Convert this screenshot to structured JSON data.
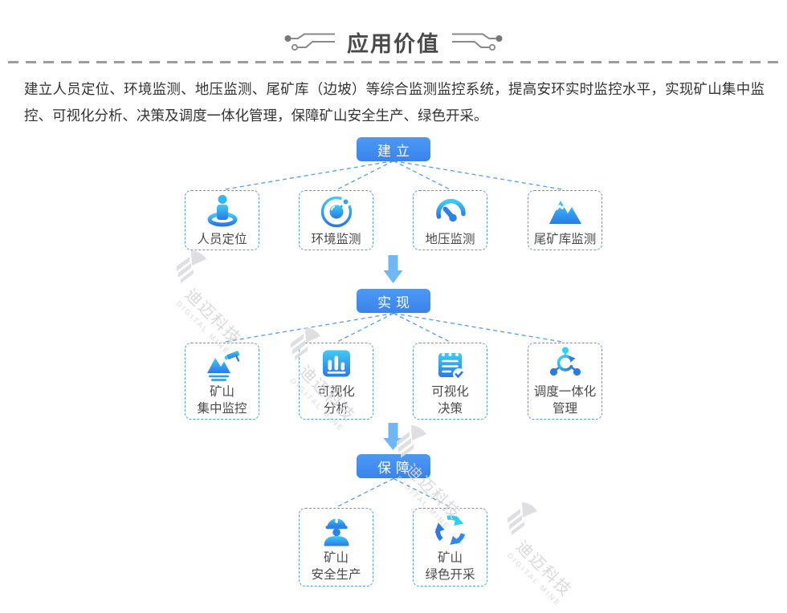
{
  "header": {
    "title": "应用价值"
  },
  "intro": {
    "text": "建立人员定位、环境监测、地压监测、尾矿库（边坡）等综合监测监控系统，提高安环实时监控水平，实现矿山集中监控、可视化分析、决策及调度一体化管理，保障矿山安全生产、绿色开采。"
  },
  "flow": {
    "stages": [
      {
        "label": "建立"
      },
      {
        "label": "实现"
      },
      {
        "label": "保障"
      }
    ],
    "row1": [
      {
        "label": "人员定位",
        "icon": "person-location-icon"
      },
      {
        "label": "环境监测",
        "icon": "environment-monitoring-icon"
      },
      {
        "label": "地压监测",
        "icon": "ground-pressure-icon"
      },
      {
        "label": "尾矿库监测",
        "icon": "tailings-pond-icon"
      }
    ],
    "row2": [
      {
        "label": "矿山\n集中监控",
        "icon": "mine-central-monitoring-icon"
      },
      {
        "label": "可视化\n分析",
        "icon": "visual-analysis-icon"
      },
      {
        "label": "可视化\n决策",
        "icon": "visual-decision-icon"
      },
      {
        "label": "调度一体化\n管理",
        "icon": "dispatch-integration-icon"
      }
    ],
    "row3": [
      {
        "label": "矿山\n安全生产",
        "icon": "mine-safety-icon"
      },
      {
        "label": "矿山\n绿色开采",
        "icon": "green-mining-icon"
      }
    ]
  },
  "watermark": {
    "cn": "迪迈科技",
    "en": "DIGITAL MINE"
  },
  "colors": {
    "accent_blue": "#3E8CF0",
    "dashed_line": "#4D9CF3",
    "arrow": "#6FB7F6",
    "icon_gradient_top": "#3ECBF7",
    "icon_gradient_bottom": "#2A79E8",
    "watermark": "#D6D6DB",
    "body_text": "#333333",
    "title_text": "#4A4A4A"
  }
}
